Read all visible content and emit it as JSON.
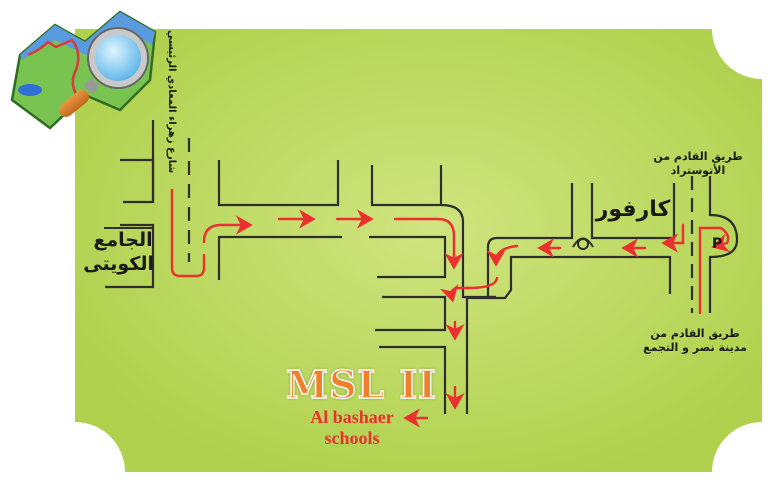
{
  "map": {
    "title_logo": "MSL II",
    "destination": {
      "line1": "Al bashaer",
      "line2": "schools"
    },
    "labels": {
      "main_street_vertical": "شارع زهراء المعادي الرئيسي",
      "mosque_line1": "الجامع",
      "mosque_line2": "الكويتى",
      "carrefour": "كارفور",
      "from_autostrad": "طريق القادم من الأتوستراد",
      "from_nasr_line1": "طريق القادم من",
      "from_nasr_line2": "مدينة نصر و التجمع",
      "parking": "P"
    },
    "icons": [
      "map-magnifier-icon",
      "roundabout-icon",
      "parking-icon",
      "route-arrow-icon"
    ],
    "colors": {
      "background": "#b7d45c",
      "background_light": "#cde27f",
      "road": "#2e2e2e",
      "route": "#ec3030",
      "logo_orange": "#f07f2a",
      "destination_text": "#e8322d"
    }
  }
}
